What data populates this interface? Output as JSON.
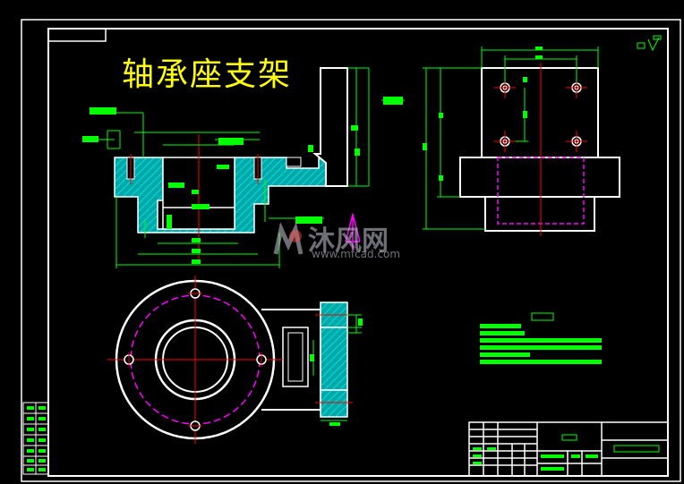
{
  "drawing": {
    "title": "轴承座支架",
    "colors": {
      "background": "#000000",
      "outline": "#ffffff",
      "title": "#ffff00",
      "dimension": "#00ff00",
      "section_hatch": "#00c8c8",
      "center_line": "#ff0000",
      "hidden_line": "#ff00ff"
    }
  },
  "watermark": {
    "text": "沐风网",
    "url": "www.mfcad.com"
  }
}
